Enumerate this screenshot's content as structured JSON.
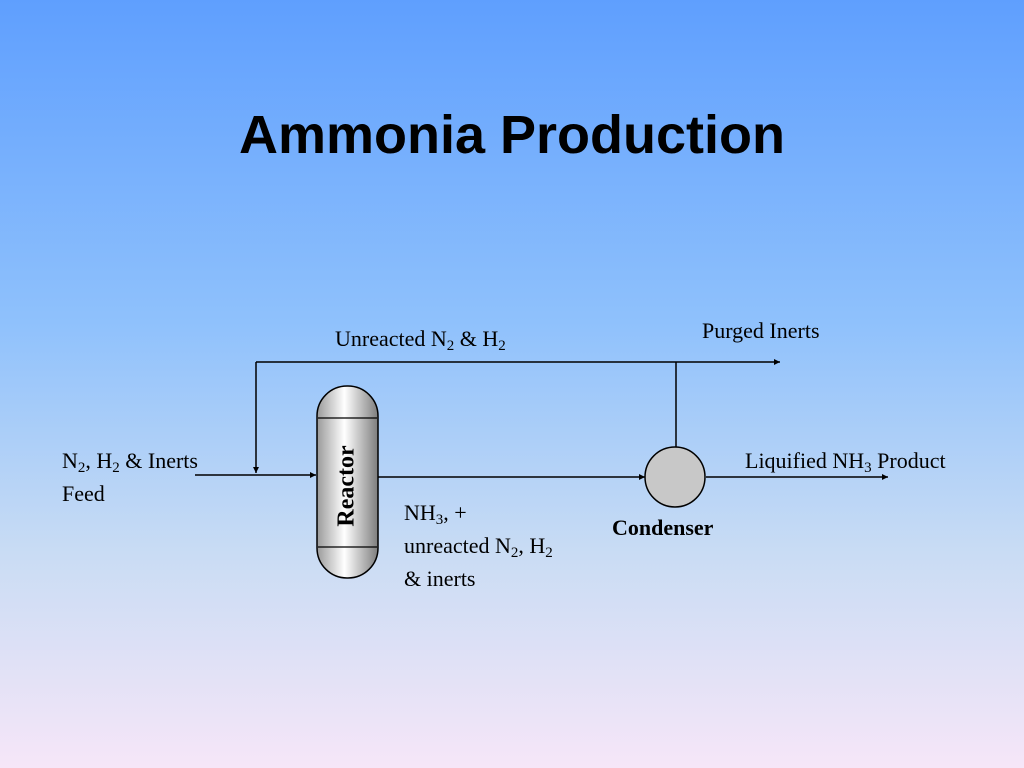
{
  "title": "Ammonia Production",
  "units": {
    "reactor": "Reactor",
    "condenser": "Condenser"
  },
  "streams": {
    "recycle": {
      "prefix": "Unreacted N",
      "sub1": "2",
      "mid": " & H",
      "sub2": "2"
    },
    "purge": "Purged Inerts",
    "feed": {
      "line1_a": "N",
      "sub1": "2",
      "line1_b": ", H",
      "sub2": "2",
      "line1_c": " & Inerts",
      "line2": "Feed"
    },
    "reactor_out": {
      "l1_a": "NH",
      "l1_sub": "3",
      "l1_b": ", +",
      "l2_a": "unreacted N",
      "l2_sub1": "2",
      "l2_b": ", H",
      "l2_sub2": "2",
      "l3": "& inerts"
    },
    "product": {
      "a": "Liquified NH",
      "sub": "3",
      "b": " Product"
    }
  },
  "colors": {
    "line": "#000000",
    "reactor_fill_light": "#ffffff",
    "reactor_fill_dark": "#8a8a8a",
    "condenser_fill": "#c8c8c8"
  }
}
